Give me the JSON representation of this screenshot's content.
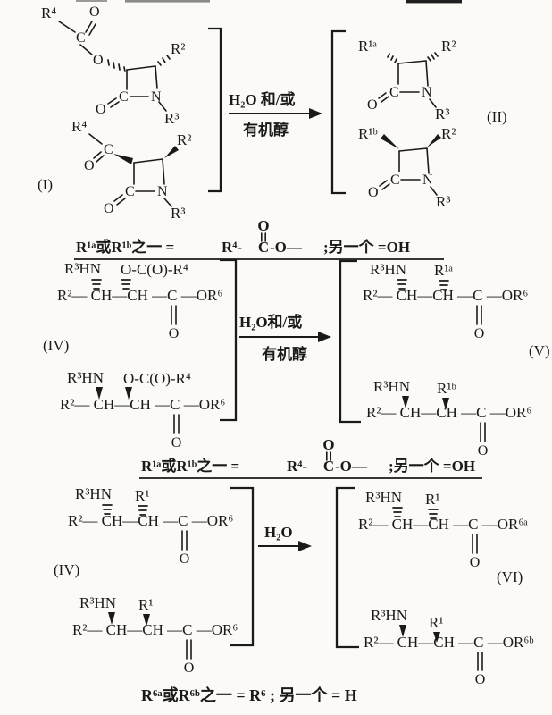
{
  "page": {
    "background": "#fbfaf6",
    "ink": "#1a1a1a"
  },
  "scheme1": {
    "reactant_label": "(I)",
    "product_label": "(II)",
    "arrow_above": "H₂O 和/或",
    "arrow_below": "有机醇",
    "groups": {
      "R4": "R⁴",
      "R2": "R²",
      "R3": "R³",
      "R1a": "R¹ᵃ",
      "R1b": "R¹ᵇ",
      "C": "C",
      "N": "N",
      "O": "O"
    }
  },
  "condition1": {
    "carbonyl_O": "O",
    "prefix": "R¹ᵃ或R¹ᵇ之一 =",
    "acyl": "R⁴-",
    "carbon": "C",
    "ester": "-O—",
    "suffix": ";另一个 =OH"
  },
  "scheme2": {
    "reactant_label": "(IV)",
    "product_label": "(V)",
    "arrow_above": "H₂O和/或",
    "arrow_below": "有机醇",
    "groups": {
      "R3HN": "R³HN",
      "acyloxy": "O-C(O)-R⁴",
      "R1a": "R¹ᵃ",
      "R1b": "R¹ᵇ",
      "O": "O"
    },
    "chain": "R²— CH—CH —C —OR⁶"
  },
  "condition2": {
    "carbonyl_O": "O",
    "prefix": "R¹ᵃ或R¹ᵇ之一 =",
    "acyl": "R⁴-",
    "carbon": "C",
    "ester": "-O—",
    "suffix": ";另一个 =OH"
  },
  "scheme3": {
    "reactant_label": "(IV)",
    "product_label": "(VI)",
    "arrow_above": "H₂O",
    "groups": {
      "R3HN": "R³HN",
      "R1": "R¹",
      "O": "O"
    },
    "chain_reactant": "R²— CH—CH —C —OR⁶",
    "chain_product_a": "R²— CH—CH —C —OR⁶ᵃ",
    "chain_product_b": "R²— CH—CH —C —OR⁶ᵇ"
  },
  "footnote": "R⁶ᵃ或R⁶ᵇ之一 = R⁶ ; 另一个 = H"
}
